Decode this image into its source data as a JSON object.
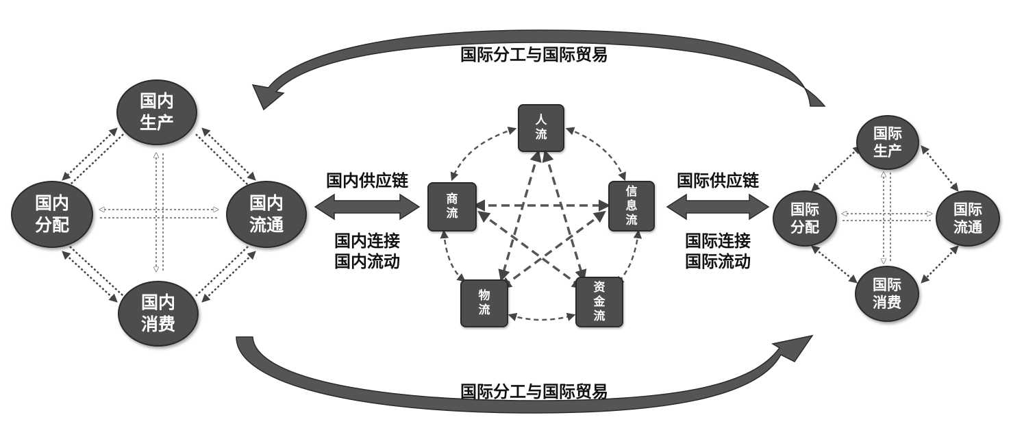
{
  "top_arrow_label": "国际分工与国际贸易",
  "bottom_arrow_label": "国际分工与国际贸易",
  "domestic": {
    "production": [
      "国内",
      "生产"
    ],
    "distribution": [
      "国内",
      "分配"
    ],
    "circulation": [
      "国内",
      "流通"
    ],
    "consumption": [
      "国内",
      "消费"
    ]
  },
  "international": {
    "production": [
      "国际",
      "生产"
    ],
    "distribution": [
      "国际",
      "分配"
    ],
    "circulation": [
      "国际",
      "流通"
    ],
    "consumption": [
      "国际",
      "消费"
    ]
  },
  "flows": {
    "people": [
      "人",
      "流"
    ],
    "commerce": [
      "商",
      "流"
    ],
    "information": [
      "信",
      "息",
      "流"
    ],
    "logistics": [
      "物",
      "流"
    ],
    "capital": [
      "资",
      "金",
      "流"
    ]
  },
  "left_link": {
    "chain": "国内供应链",
    "line1": "国内连接",
    "line2": "国内流动"
  },
  "right_link": {
    "chain": "国际供应链",
    "line1": "国际连接",
    "line2": "国际流动"
  },
  "colors": {
    "node_fill": "#4d4d4d",
    "arrow_fill": "#555555",
    "text": "#111111"
  }
}
